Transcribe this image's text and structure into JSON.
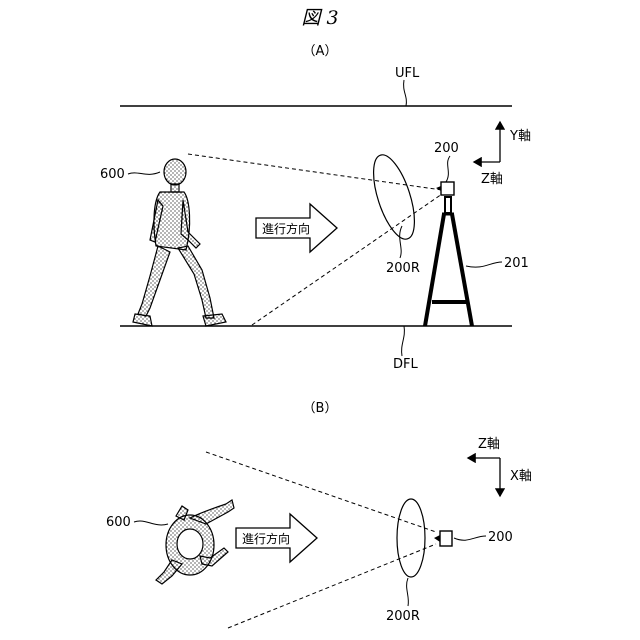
{
  "figure": {
    "title": "図 3",
    "panel_a": {
      "label": "（A）",
      "upper_floor_label": "UFL",
      "lower_floor_label": "DFL",
      "person_ref": "600",
      "camera_ref": "200",
      "stand_ref": "201",
      "range_ref": "200R",
      "direction_text": "進行方向",
      "axis_y": "Y軸",
      "axis_z": "Z軸"
    },
    "panel_b": {
      "label": "（B）",
      "person_ref": "600",
      "camera_ref": "200",
      "range_ref": "200R",
      "direction_text": "進行方向",
      "axis_z": "Z軸",
      "axis_x": "X軸"
    }
  }
}
